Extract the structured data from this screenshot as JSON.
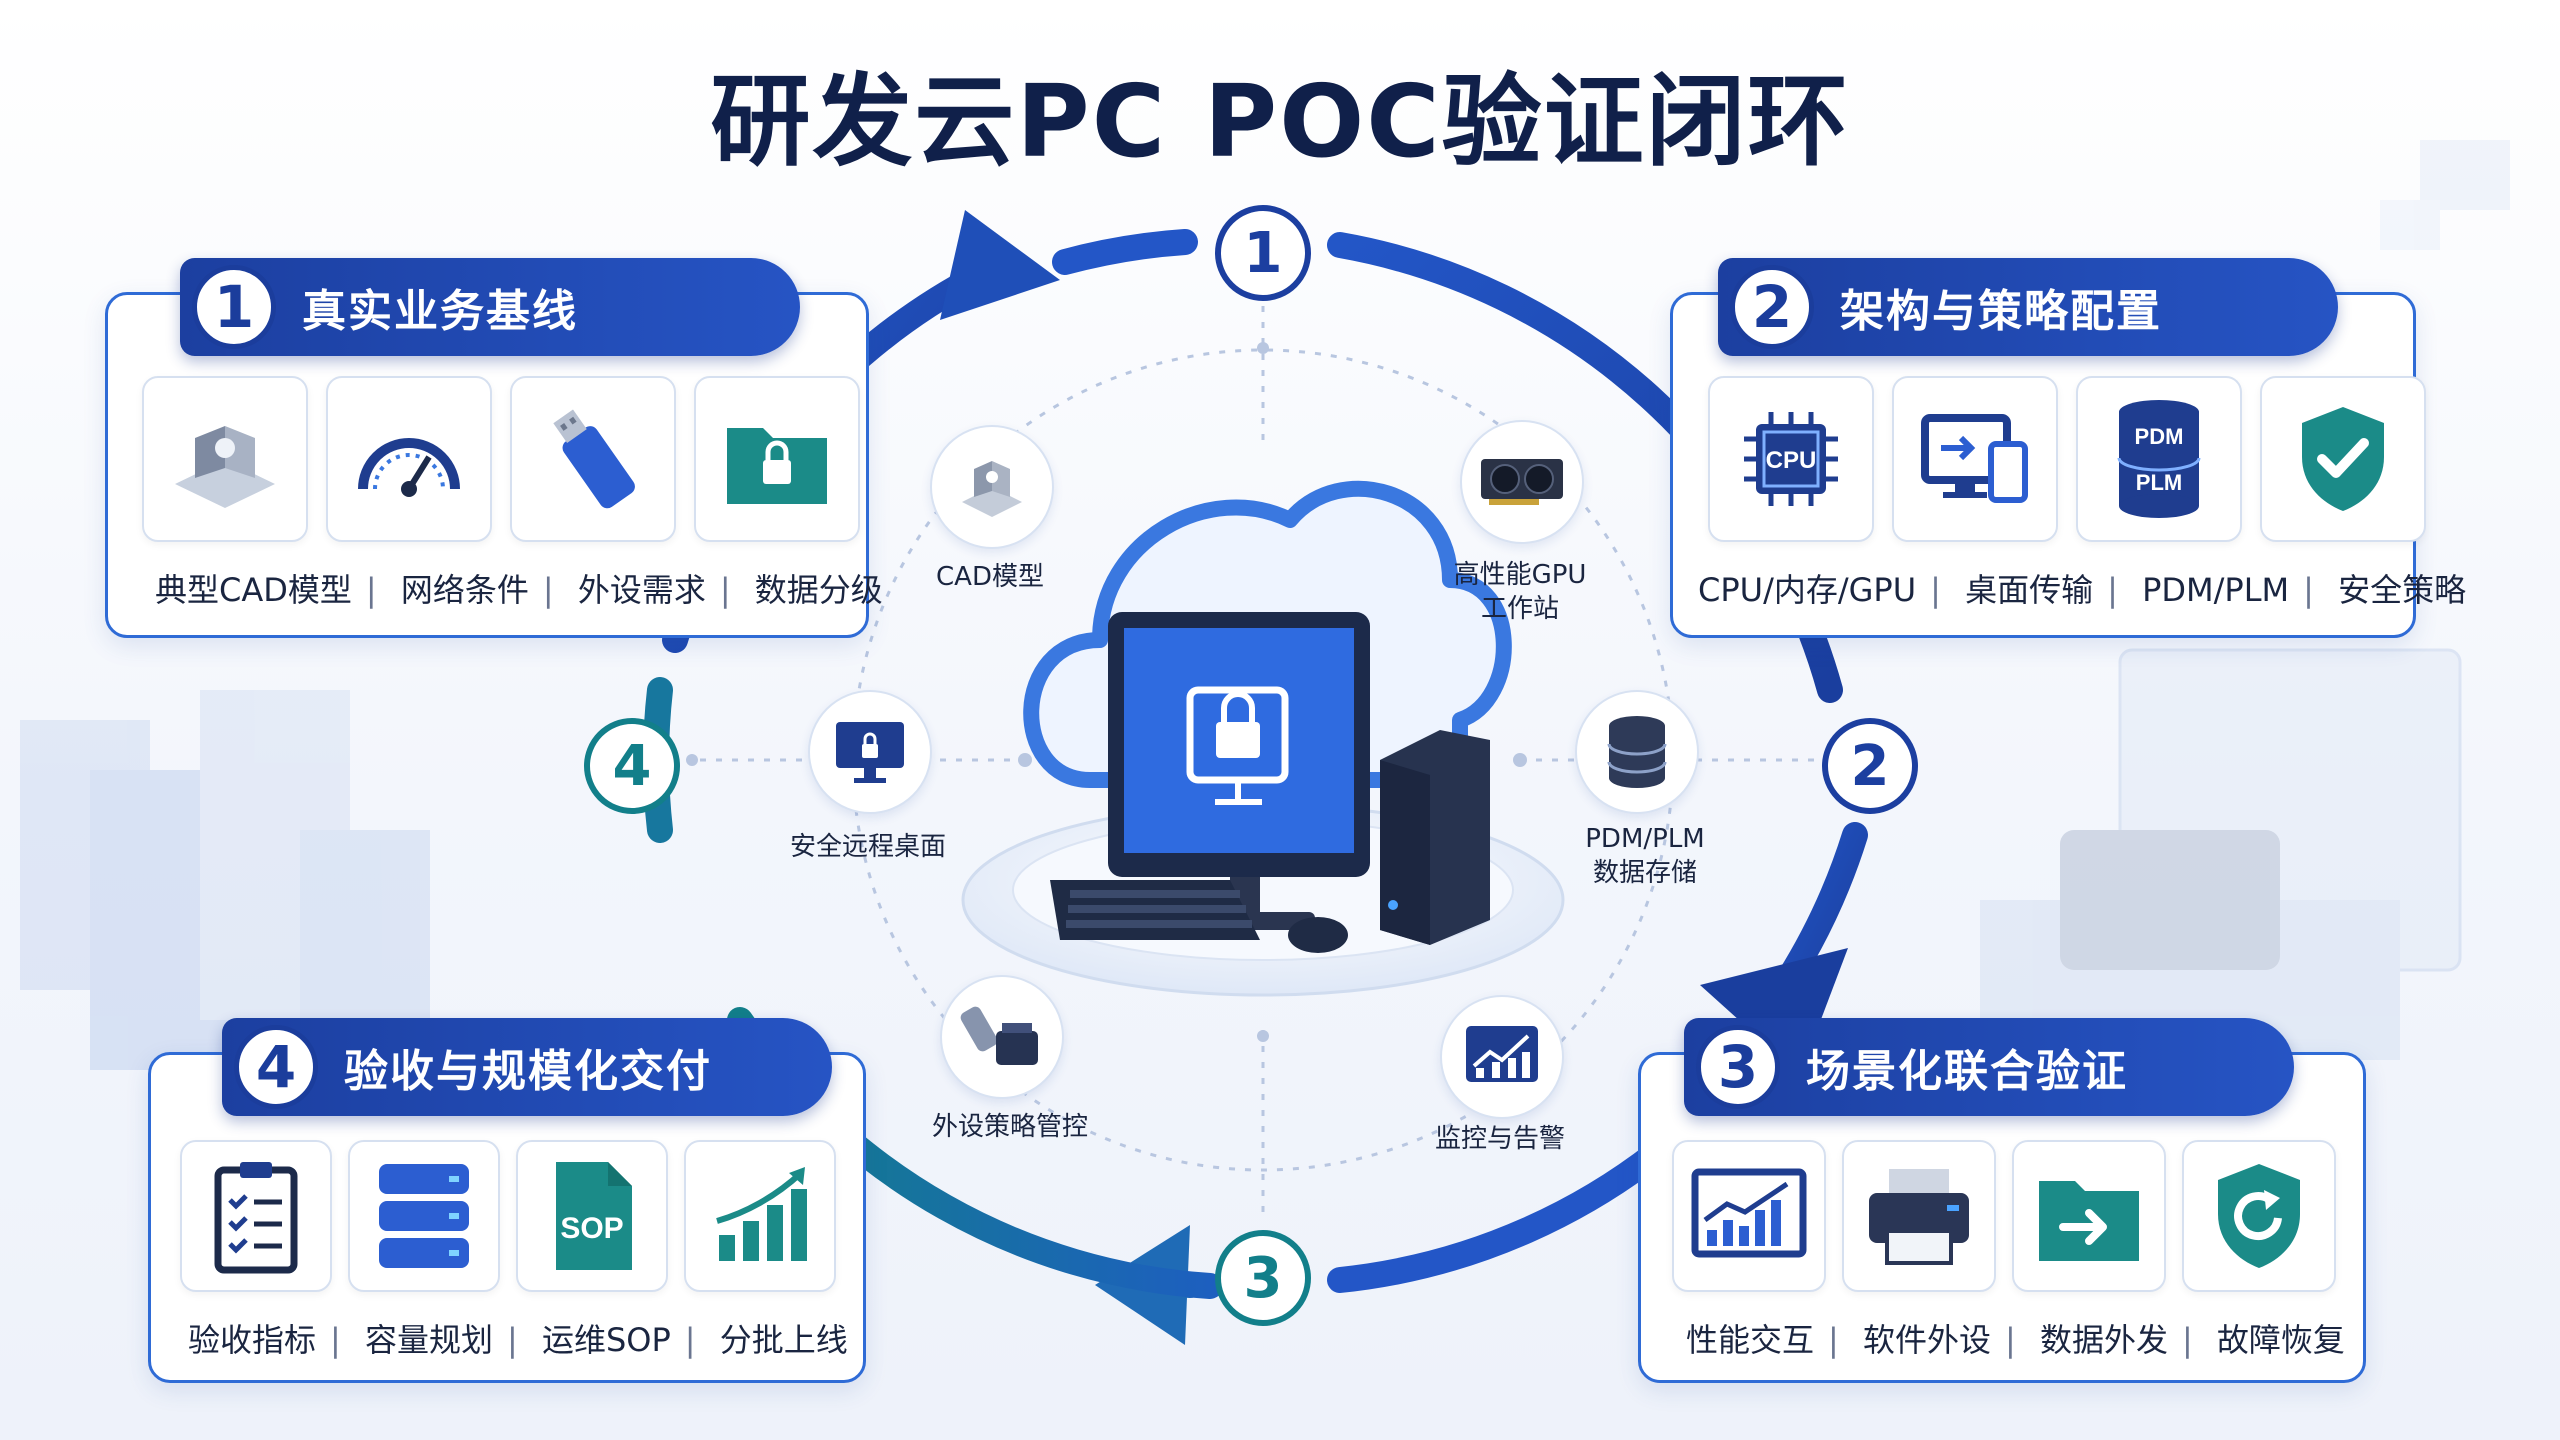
{
  "title": "研发云PC POC验证闭环",
  "colors": {
    "blue": "#1c3fa0",
    "teal": "#0f8c8c",
    "accent": "#2f6bd6"
  },
  "cycle_steps": [
    "1",
    "2",
    "3",
    "4"
  ],
  "panels": [
    {
      "num": "1",
      "title": "真实业务基线",
      "items": [
        "典型CAD模型",
        "网络条件",
        "外设需求",
        "数据分级"
      ],
      "icons": [
        "cad-part-icon",
        "gauge-icon",
        "usb-drive-icon",
        "locked-folder-icon"
      ]
    },
    {
      "num": "2",
      "title": "架构与策略配置",
      "items": [
        "CPU/内存/GPU",
        "桌面传输",
        "PDM/PLM",
        "安全策略"
      ],
      "icons": [
        "cpu-icon",
        "desktop-transfer-icon",
        "pdm-plm-database-icon",
        "shield-check-icon"
      ]
    },
    {
      "num": "3",
      "title": "场景化联合验证",
      "items": [
        "性能交互",
        "软件外设",
        "数据外发",
        "故障恢复"
      ],
      "icons": [
        "performance-chart-icon",
        "printer-icon",
        "folder-export-icon",
        "shield-refresh-icon"
      ]
    },
    {
      "num": "4",
      "title": "验收与规模化交付",
      "items": [
        "验收指标",
        "容量规划",
        "运维SOP",
        "分批上线"
      ],
      "icons": [
        "checklist-icon",
        "server-stack-icon",
        "sop-document-icon",
        "growth-chart-icon"
      ]
    }
  ],
  "center_nodes": {
    "cad": "CAD模型",
    "gpu": "高性能GPU\n工作站",
    "storage": "PDM/PLM\n数据存储",
    "monitor": "监控与告警",
    "peripheral": "外设策略管控",
    "desktop": "安全远程桌面"
  },
  "pdm_icon_text": {
    "top": "PDM",
    "bottom": "PLM"
  },
  "cpu_icon_text": "CPU",
  "sop_icon_text": "SOP"
}
